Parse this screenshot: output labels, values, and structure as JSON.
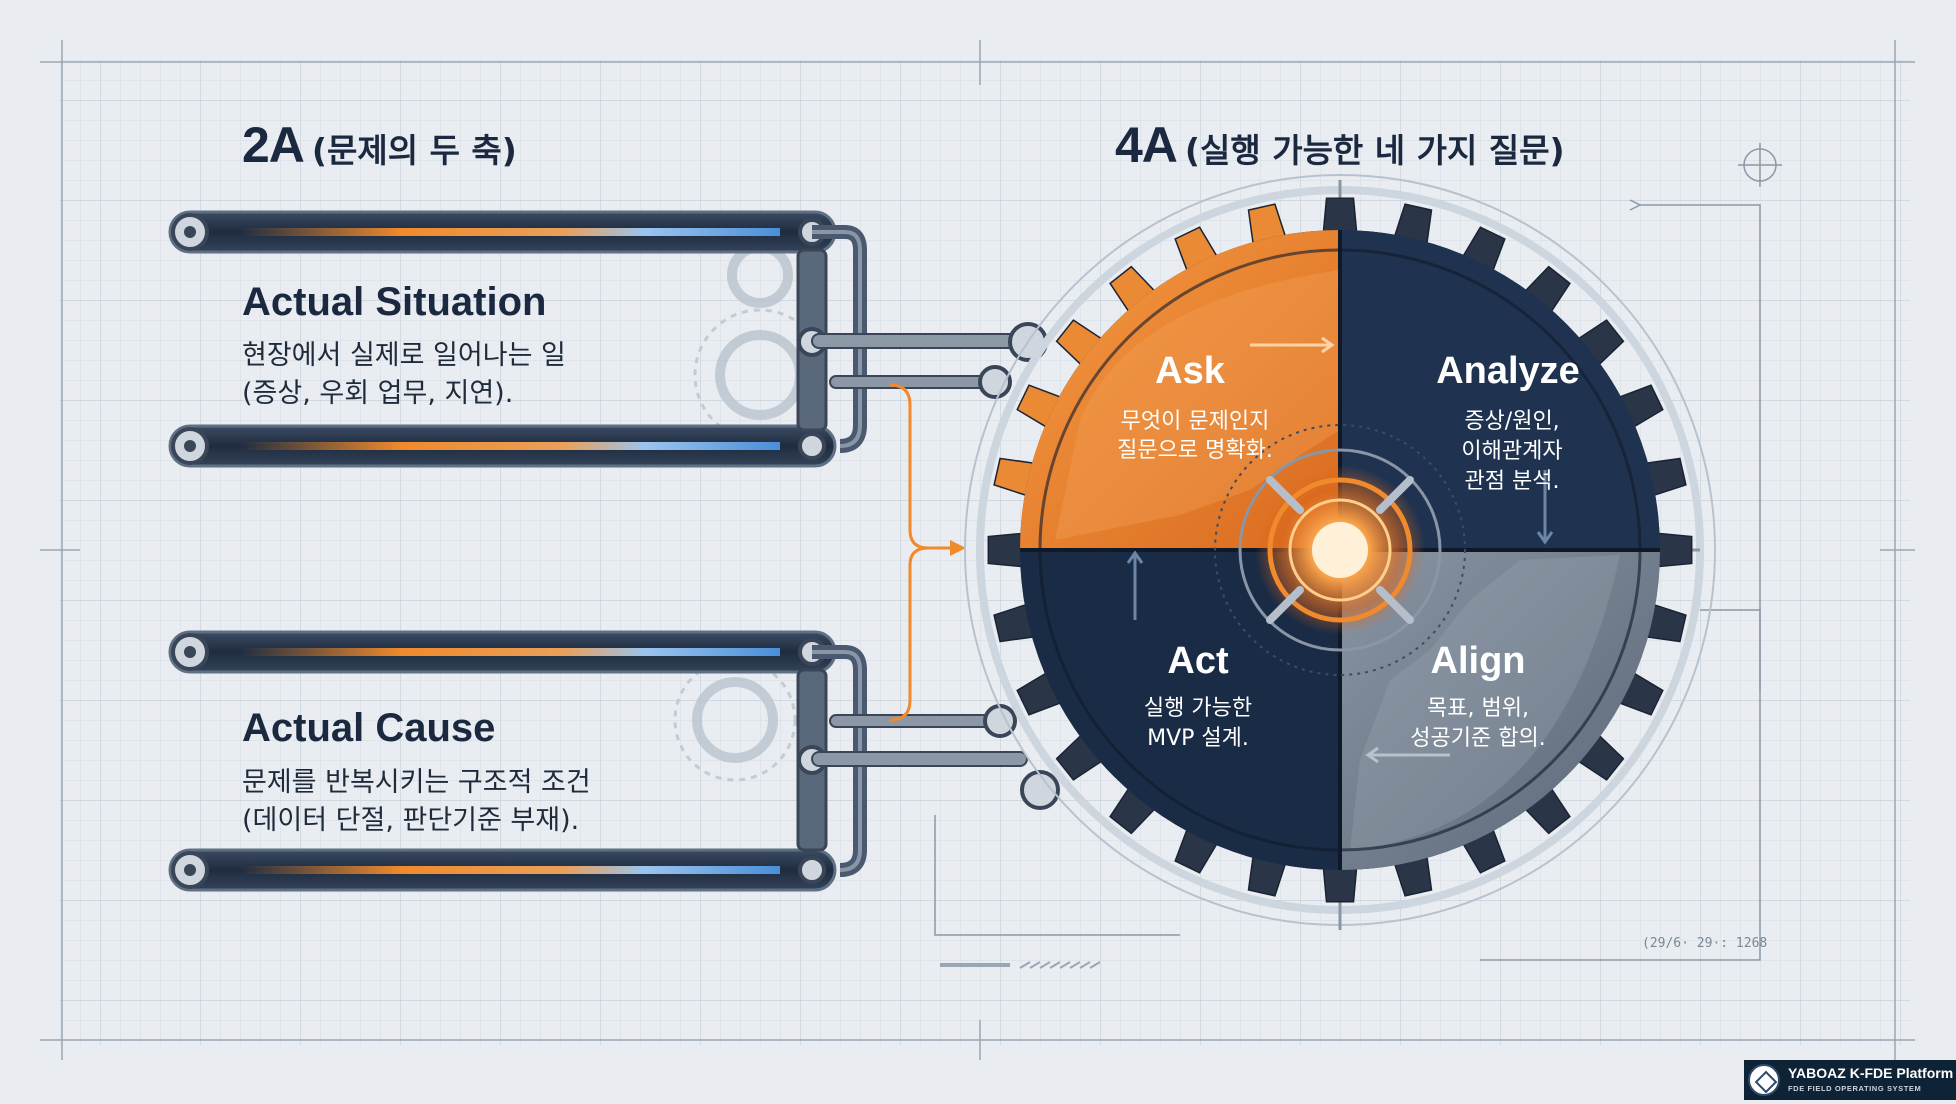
{
  "left_title": {
    "main": "2A",
    "sub": "(문제의 두 축)"
  },
  "right_title": {
    "main": "4A",
    "sub": "(실행 가능한 네 가지 질문)"
  },
  "axes": [
    {
      "heading": "Actual Situation",
      "lines": [
        "현장에서 실제로 일어나는 일",
        "(증상, 우회 업무, 지연)."
      ]
    },
    {
      "heading": "Actual Cause",
      "lines": [
        "문제를 반복시키는 구조적 조건",
        "(데이터 단절, 판단기준 부재)."
      ]
    }
  ],
  "quadrants": {
    "ask": {
      "heading": "Ask",
      "lines": [
        "무엇이 문제인지",
        "질문으로 명확화."
      ]
    },
    "analyze": {
      "heading": "Analyze",
      "lines": [
        "증상/원인,",
        "이해관계자",
        "관점 분석."
      ]
    },
    "act": {
      "heading": "Act",
      "lines": [
        "실행 가능한",
        "MVP 설계."
      ]
    },
    "align": {
      "heading": "Align",
      "lines": [
        "목표, 범위,",
        "성공기준 합의."
      ]
    }
  },
  "colors": {
    "ask": "#e8842f",
    "analyze": "#1f3350",
    "act": "#1a2b45",
    "align": "#6b7684",
    "gear_outer": "#2a3547",
    "accent": "#f08a2c",
    "blue_accent": "#4a8fd8"
  },
  "stamp": "(29/6· 29·: 1268",
  "badge": {
    "name": "YABOAZ K-FDE Platform",
    "tagline": "FDE FIELD OPERATING SYSTEM"
  }
}
